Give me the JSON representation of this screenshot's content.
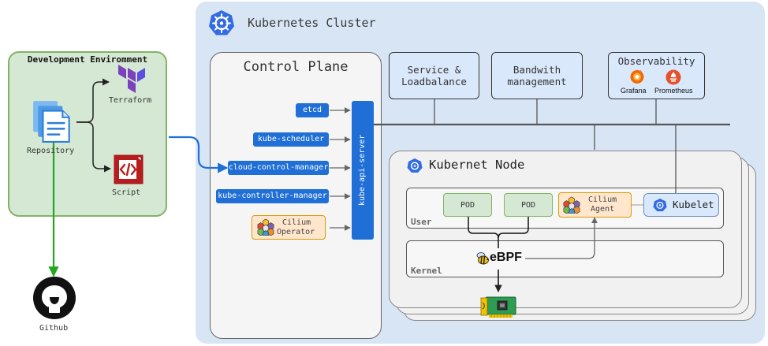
{
  "cluster": {
    "title": "Kubernetes Cluster"
  },
  "dev_env": {
    "title": "Development Enviromment",
    "repository_label": "Repository",
    "terraform_label": "Terraform",
    "script_label": "Script"
  },
  "github_label": "Github",
  "control_plane": {
    "title": "Control Plane",
    "components": {
      "etcd": "etcd",
      "scheduler": "kube-scheduler",
      "ccm": "cloud-control-manager",
      "kcm": "kube-controller-manager"
    },
    "cilium_operator_line1": "Cilium",
    "cilium_operator_line2": "Operator",
    "api_server": "kube-api-server"
  },
  "services": {
    "service_lb_line1": "Service &",
    "service_lb_line2": "Loadbalance",
    "bandwidth_line1": "Bandwith",
    "bandwidth_line2": "management",
    "observability_title": "Observability",
    "grafana": "Grafana",
    "prometheus": "Prometheus"
  },
  "node": {
    "title": "Kubernet Node",
    "user_label": "User",
    "kernel_label": "Kernel",
    "pod1": "POD",
    "pod2": "POD",
    "cilium_agent_line1": "Cilium",
    "cilium_agent_line2": "Agent",
    "kubelet": "Kubelet",
    "ebpf": "eBPF"
  },
  "colors": {
    "k8s_blue": "#326ce5",
    "api_blue": "#1f6fd6",
    "git_green": "#22a81f",
    "terraform_purple": "#7b42bc",
    "script_red": "#a4161a"
  }
}
